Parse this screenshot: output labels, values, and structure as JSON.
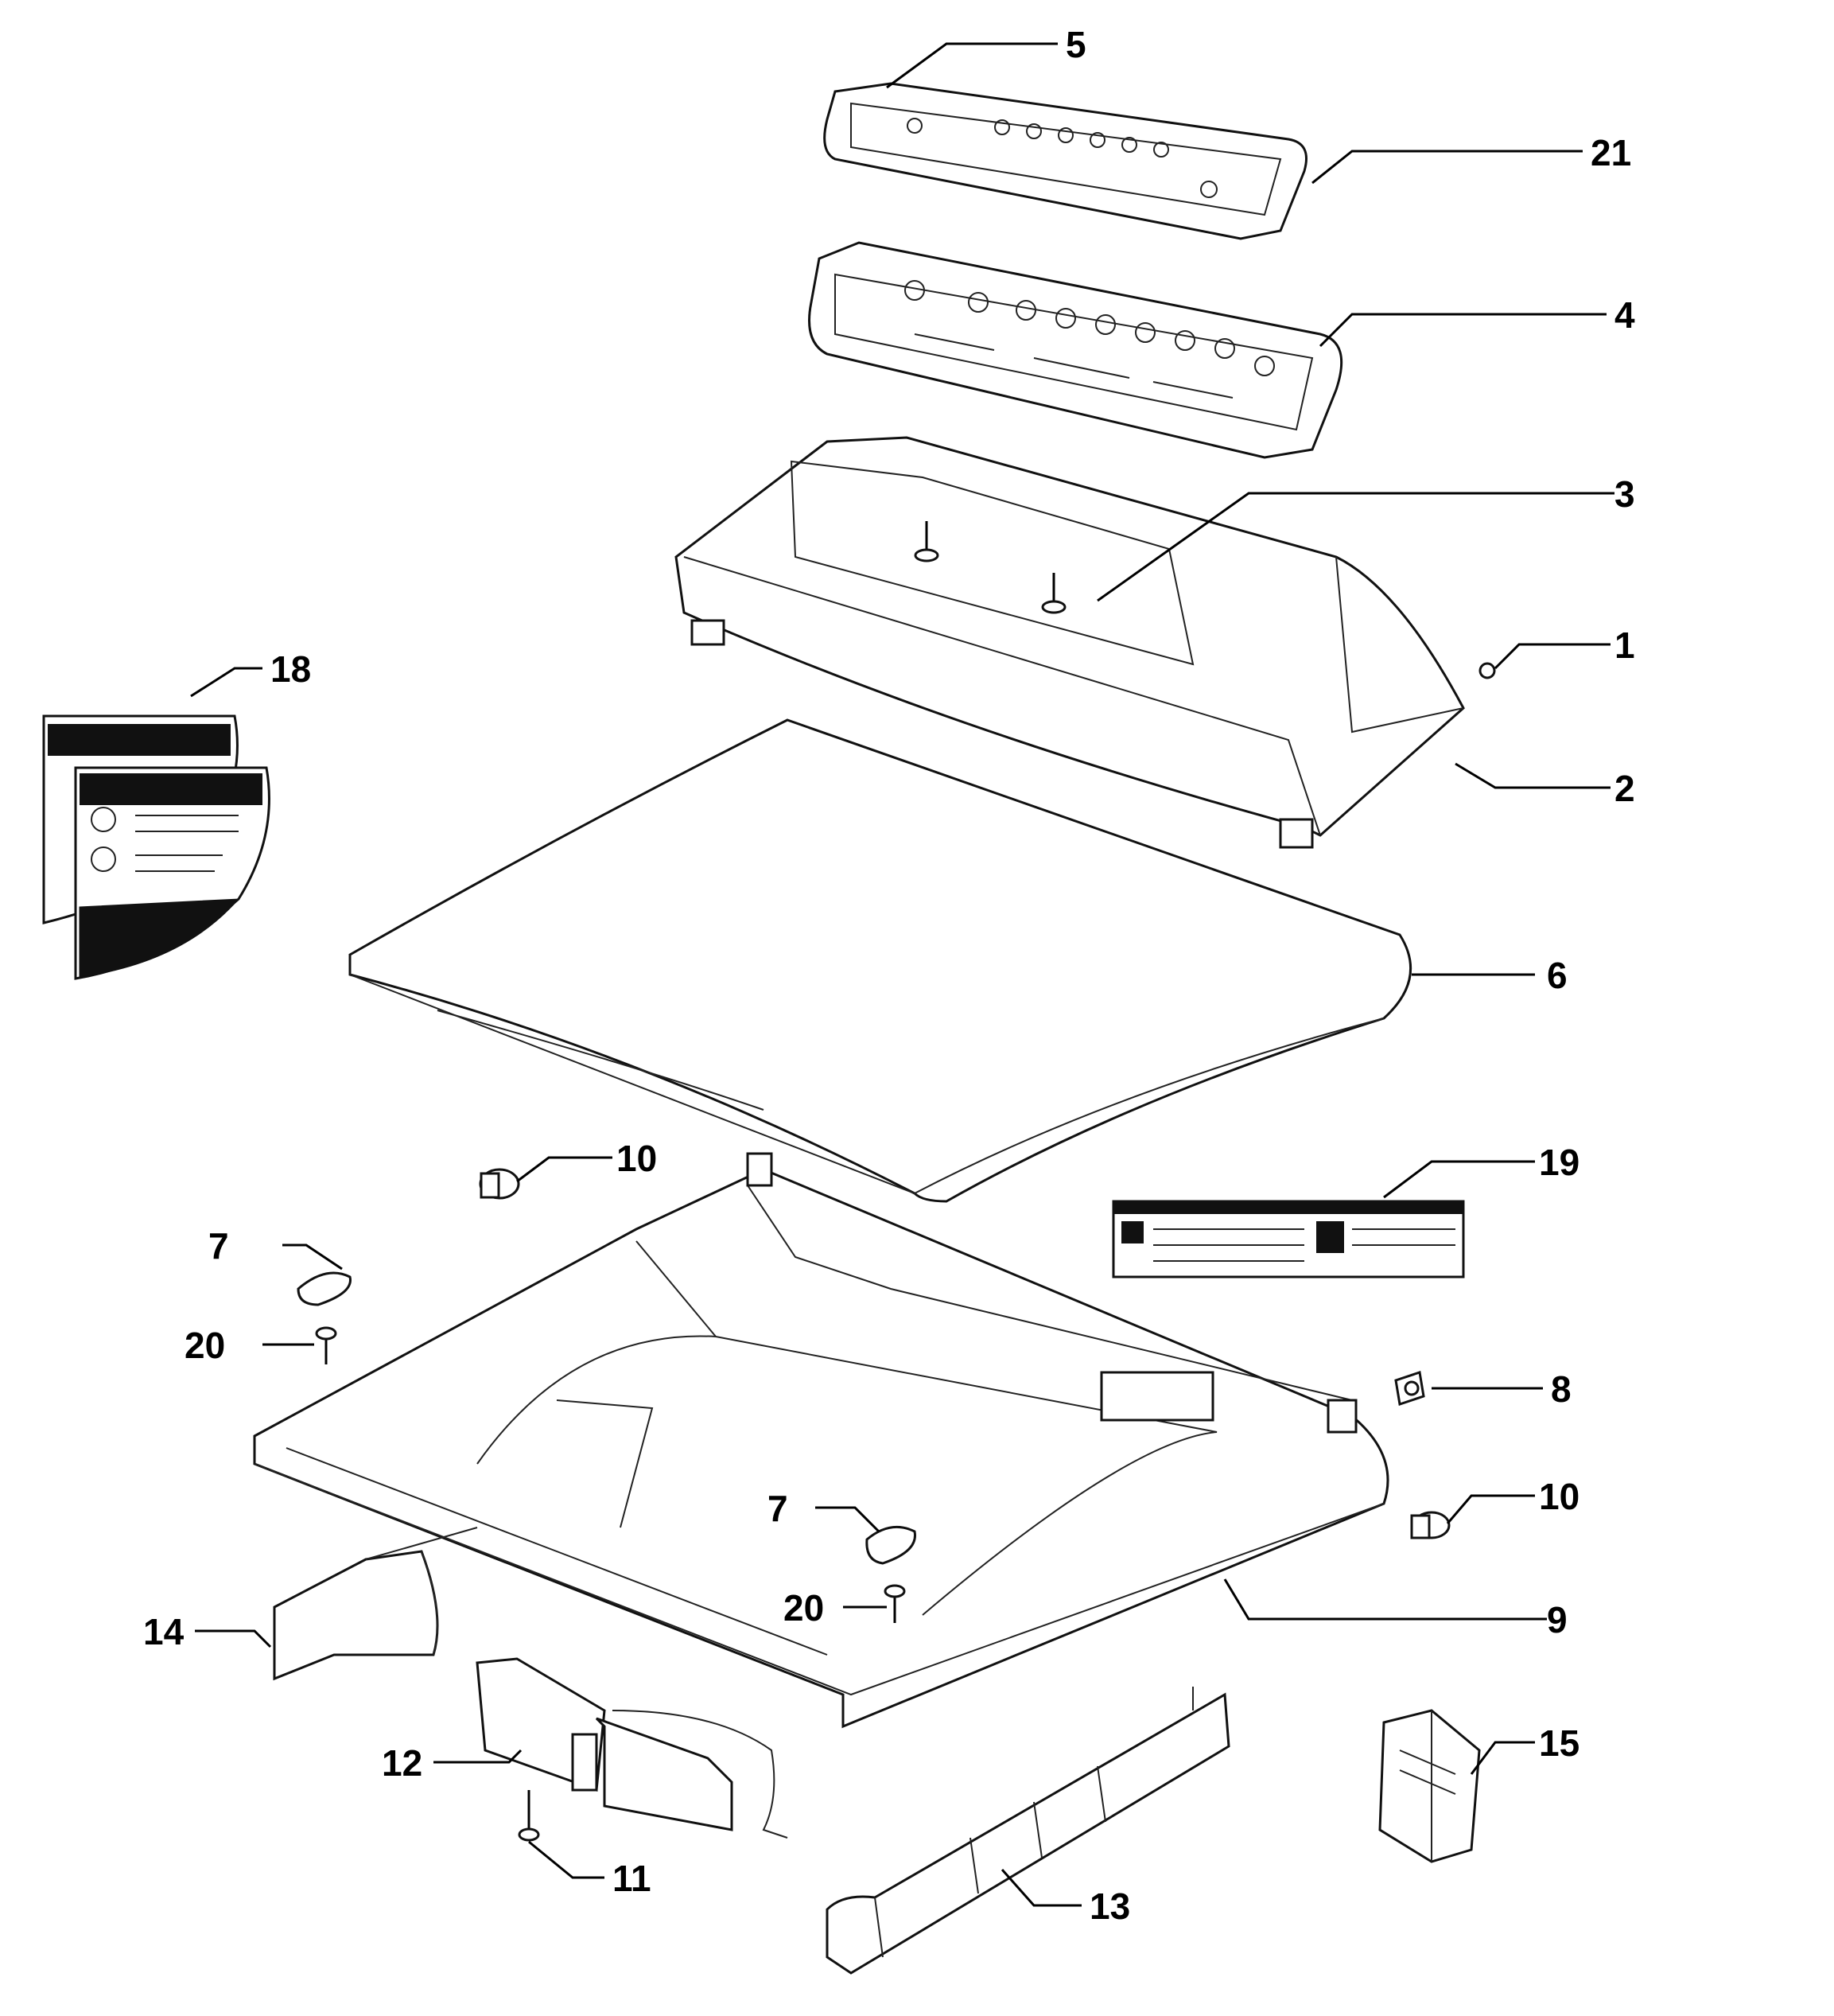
{
  "callouts": [
    {
      "id": "c5",
      "label": "5"
    },
    {
      "id": "c21",
      "label": "21"
    },
    {
      "id": "c4",
      "label": "4"
    },
    {
      "id": "c3",
      "label": "3"
    },
    {
      "id": "c18",
      "label": "18"
    },
    {
      "id": "c1",
      "label": "1"
    },
    {
      "id": "c2",
      "label": "2"
    },
    {
      "id": "c6",
      "label": "6"
    },
    {
      "id": "c10a",
      "label": "10"
    },
    {
      "id": "c19",
      "label": "19"
    },
    {
      "id": "c7a",
      "label": "7"
    },
    {
      "id": "c20a",
      "label": "20"
    },
    {
      "id": "c8",
      "label": "8"
    },
    {
      "id": "c10b",
      "label": "10"
    },
    {
      "id": "c7b",
      "label": "7"
    },
    {
      "id": "c20b",
      "label": "20"
    },
    {
      "id": "c9",
      "label": "9"
    },
    {
      "id": "c14",
      "label": "14"
    },
    {
      "id": "c12",
      "label": "12"
    },
    {
      "id": "c15",
      "label": "15"
    },
    {
      "id": "c11",
      "label": "11"
    },
    {
      "id": "c13",
      "label": "13"
    }
  ],
  "colors": {
    "line": "#000000",
    "background": "#ffffff"
  }
}
